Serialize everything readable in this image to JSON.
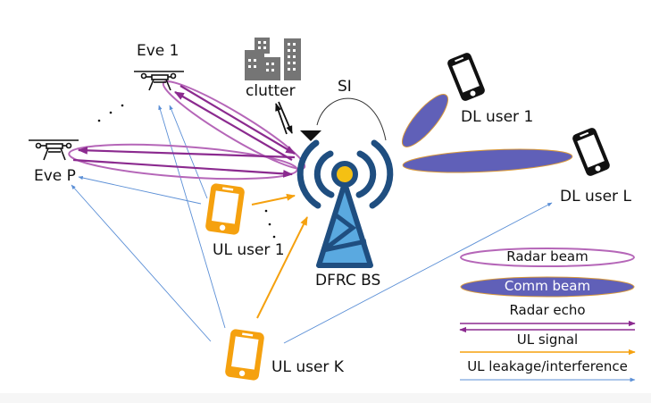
{
  "diagram": {
    "title": "DFRC system with eavesdroppers, UL/DL users and clutter",
    "colors": {
      "radar": "#a24aa8",
      "radar_echo": "#8b2a8f",
      "comm_fill": "#6060b8",
      "comm_edge": "#d99a3c",
      "ul_signal": "#f5a10f",
      "leakage": "#5b8fd6",
      "tower": "#1f4e80",
      "tower_fill": "#5aa9e0",
      "tower_dot": "#f5c013",
      "building": "#757575"
    },
    "nodes": {
      "eve_1": "Eve 1",
      "eve_p": "Eve P",
      "clutter": "clutter",
      "si": "SI",
      "bs": "DFRC BS",
      "dl_user_1": "DL user 1",
      "dl_user_l": "DL user L",
      "ul_user_1": "UL user 1",
      "ul_user_k": "UL user K"
    },
    "ellipsis": ". . .",
    "legend": {
      "radar_beam": "Radar beam",
      "comm_beam": "Comm beam",
      "radar_echo": "Radar echo",
      "ul_signal": "UL signal",
      "ul_leakage": "UL leakage/interference"
    }
  }
}
